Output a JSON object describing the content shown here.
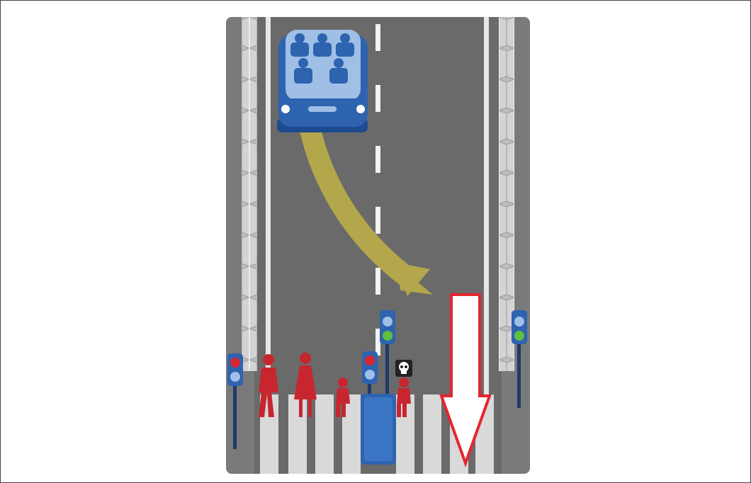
{
  "scene": {
    "kind": "moral-machine-dilemma",
    "vehicle": {
      "type": "autonomous-car",
      "passengers": 5,
      "color": "#2e63b0"
    },
    "trajectory": {
      "direction": "swerve-right",
      "color": "#c8b843"
    },
    "outcome_marker": {
      "icon": "skull-icon",
      "meaning": "death"
    },
    "pedestrians": [
      {
        "kind": "man",
        "color": "#c7262f"
      },
      {
        "kind": "woman",
        "color": "#c7262f"
      },
      {
        "kind": "boy",
        "color": "#c7262f"
      },
      {
        "kind": "boy",
        "color": "#c7262f"
      }
    ],
    "traffic_signals": [
      {
        "lane": "left",
        "signal": "red-pedestrian"
      },
      {
        "lane": "middle",
        "signal": "red-pedestrian"
      },
      {
        "lane": "middle",
        "signal": "green-pedestrian"
      },
      {
        "lane": "right",
        "signal": "green-pedestrian"
      }
    ],
    "choice_arrow": {
      "direction": "down",
      "lane": "right",
      "color": "#e3262e"
    },
    "colors": {
      "road": "#6d6d6d",
      "sidewalk": "#8a8a8a",
      "barrier": "#c9c9c9",
      "crosswalk": "#d8d8d8",
      "pedestrian": "#c7262f",
      "vehicle": "#2e63b0",
      "arrow_outline": "#e3262e",
      "signal_green": "#5fbf3f",
      "signal_red": "#d8262f"
    }
  }
}
